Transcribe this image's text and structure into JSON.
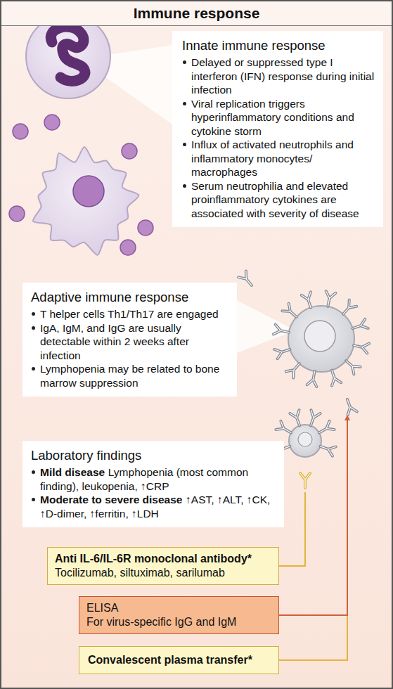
{
  "diagram": {
    "title": "Immune response",
    "nodes": [
      {
        "text": [
          "Innate immune response",
          "Delayed or suppressed type I interferon (IFN) response during initial infection",
          "Viral replication triggers hyperinflammatory conditions and cytokine storm",
          "Influx of activated neutrophils and inflammatory monocytes/ macrophages",
          "Serum neutrophilia and elevated proinflammatory cytokines are associated with severity of disease"
        ]
      },
      {
        "text": [
          "Adaptive immune response",
          "T helper cells Th1/Th17 are engaged",
          "IgA, IgM, and IgG are usually detectable within 2 weeks after infection",
          "Lymphopenia may be related to bone marrow suppression"
        ]
      },
      {
        "text": [
          "Laboratory findings",
          "Mild disease",
          "Lymphopenia (most common finding), leukopenia, ↑CRP",
          "Moderate to severe disease",
          "↑AST, ↑ALT, ↑CK, ↑D-dimer, ↑ferritin, ↑LDH"
        ]
      },
      {
        "text": [
          "Anti IL-6/IL-6R monoclonal antibody*",
          "Tocilizumab, siltuximab, sarilumab"
        ]
      },
      {
        "text": [
          "ELISA",
          "For virus-specific IgG and IgM"
        ]
      },
      {
        "text": [
          "Convalescent plasma transfer*"
        ]
      }
    ]
  }
}
